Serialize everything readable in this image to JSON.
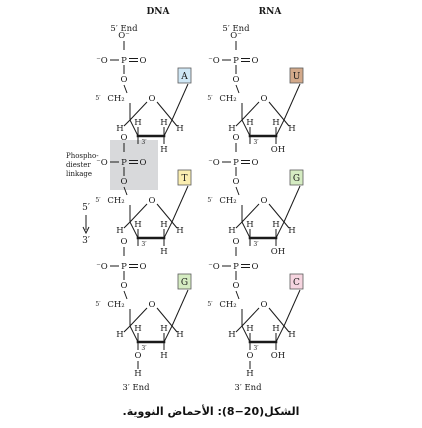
{
  "headers": {
    "dna": "DNA",
    "rna": "RNA"
  },
  "end_labels": {
    "five": "5′ End",
    "three": "3′ End"
  },
  "phosphate": {
    "o": "O",
    "o_minus": "O⁻",
    "neg_o": "⁻O",
    "p": "P",
    "eq_o": "O"
  },
  "sugar": {
    "ch2": "CH₂",
    "five_prime": "5′",
    "o": "O",
    "h": "H",
    "oh": "OH",
    "three_prime": "3′"
  },
  "bases": {
    "A": {
      "label": "A",
      "color": "#cfe7f5"
    },
    "T": {
      "label": "T",
      "color": "#fbeeb0"
    },
    "G": {
      "label": "G",
      "color": "#d5ecc2"
    },
    "U": {
      "label": "U",
      "color": "#d3a98a"
    },
    "C": {
      "label": "C",
      "color": "#f6d5e0"
    }
  },
  "dna_strand": [
    "A",
    "T",
    "G"
  ],
  "rna_strand": [
    "U",
    "G",
    "C"
  ],
  "linkage": {
    "label": [
      "Phospho-",
      "diester",
      "linkage"
    ],
    "highlight": "#d8d9db"
  },
  "direction": {
    "top": "5′",
    "bottom": "3′"
  },
  "caption": "الشكل(20−8): الأحماض النووية."
}
